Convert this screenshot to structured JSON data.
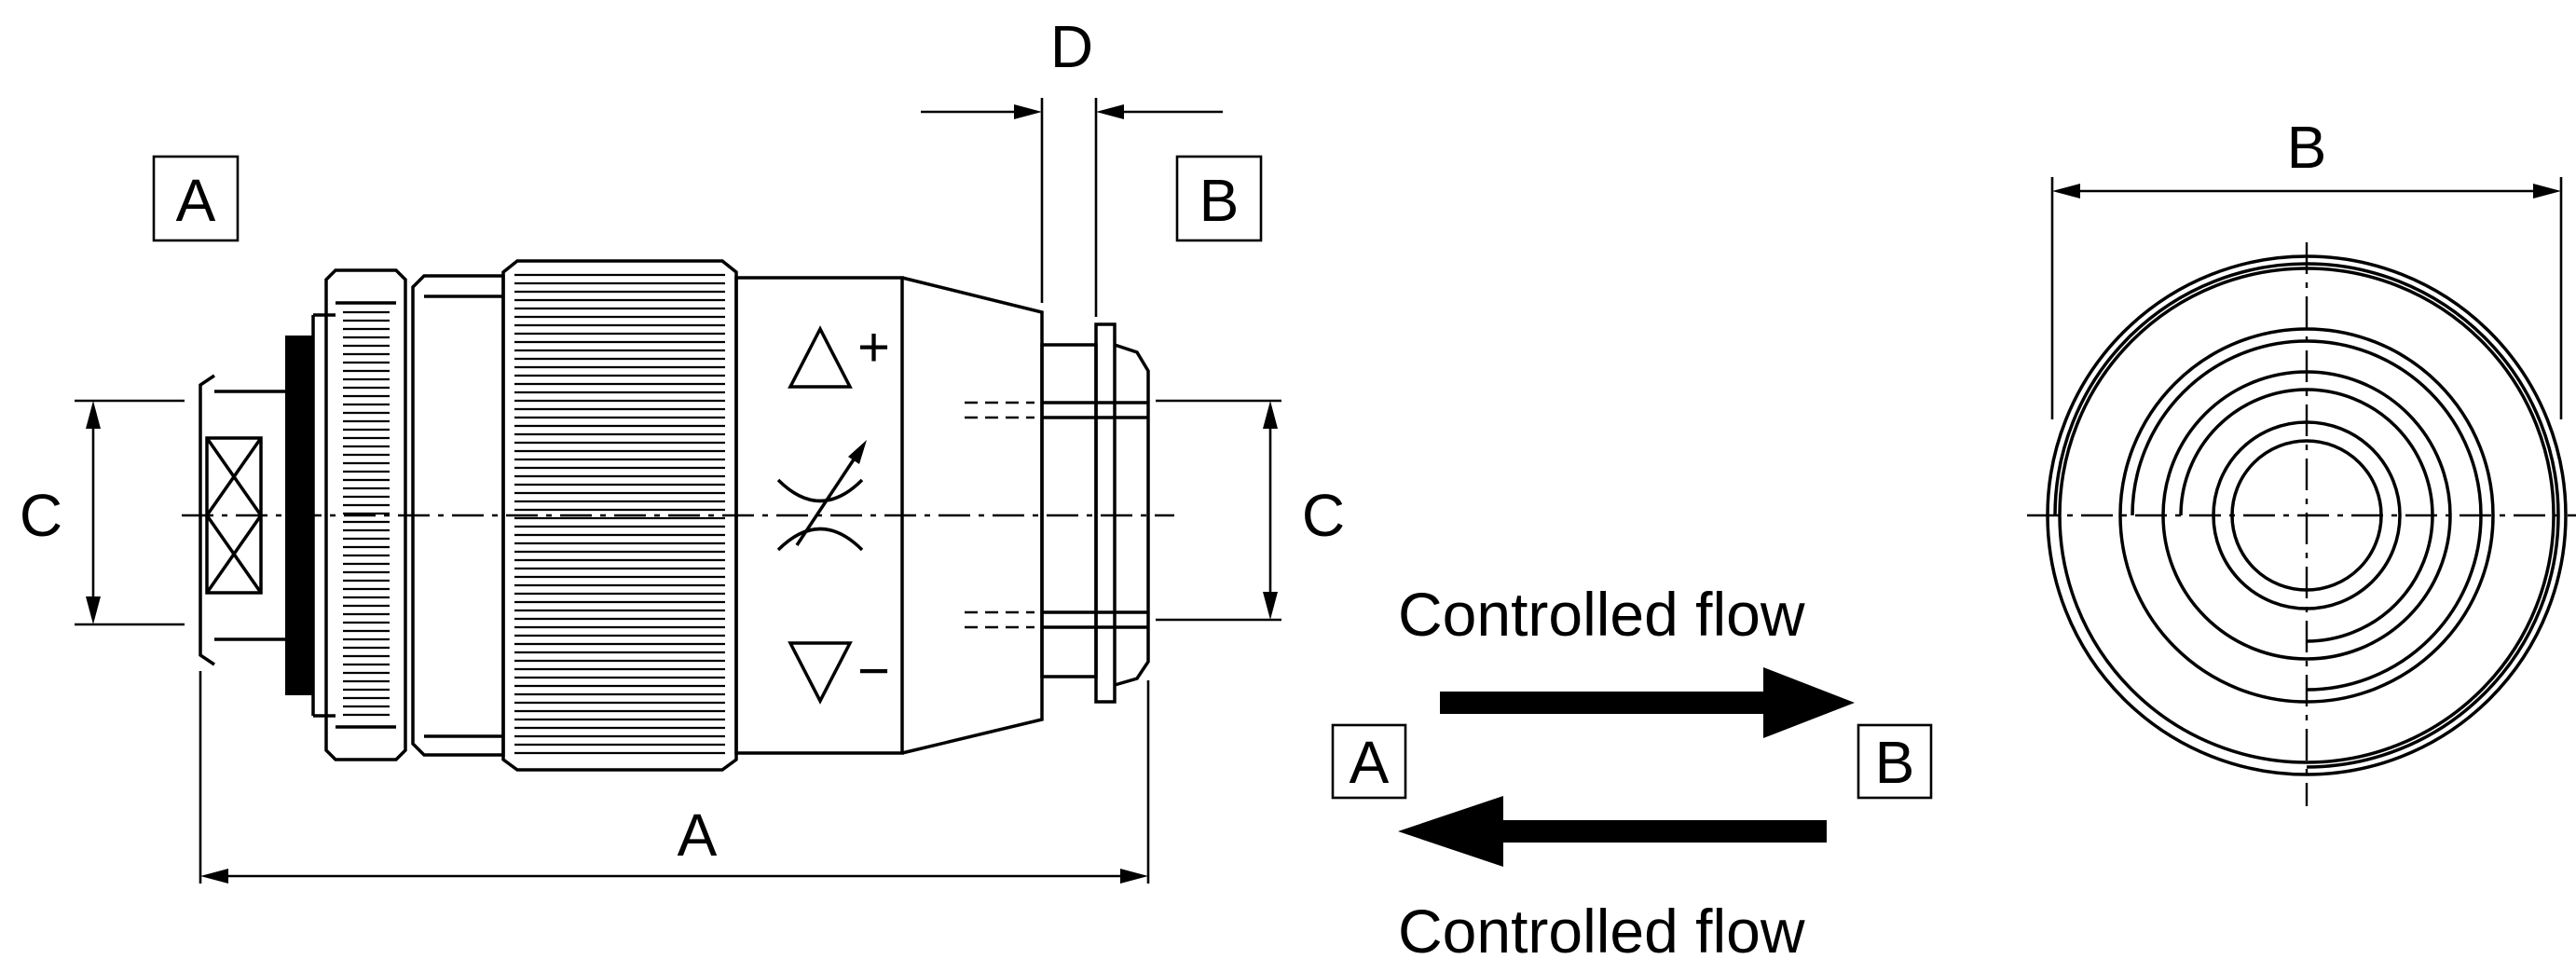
{
  "labels": {
    "port_a": "A",
    "port_b": "B",
    "dim_a": "A",
    "dim_b": "B",
    "dim_c_left": "C",
    "dim_c_right": "C",
    "dim_d": "D",
    "symbol_plus": "+",
    "symbol_minus": "−"
  },
  "flow_legend": {
    "top_text": "Controlled flow",
    "bottom_text": "Controlled flow",
    "port_a": "A",
    "port_b": "B"
  }
}
